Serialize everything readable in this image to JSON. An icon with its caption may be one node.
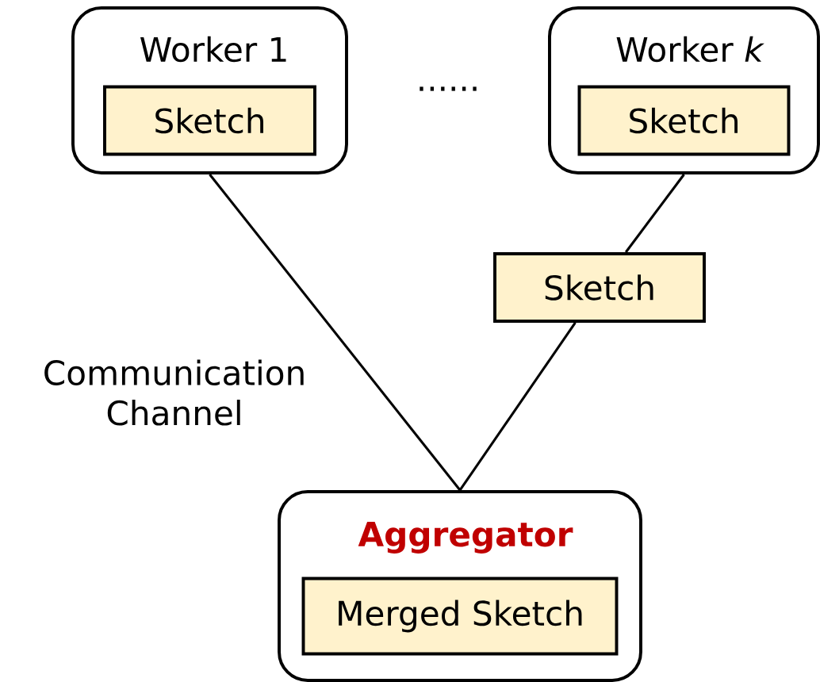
{
  "diagram": {
    "nodes": [
      {
        "text": [
          "Worker 1"
        ]
      },
      {
        "text": [
          "Sketch"
        ],
        "in": 0
      },
      {
        "text": [
          "Worker *k*"
        ]
      },
      {
        "text": [
          "Sketch"
        ],
        "in": 2
      },
      {
        "text": [
          "Sketch"
        ]
      },
      {
        "text": [
          "Aggregator"
        ]
      },
      {
        "text": [
          "Merged Sketch"
        ],
        "in": 5
      }
    ],
    "edges": [
      {
        "from": 0,
        "to": 5,
        "arrow": "none",
        "label": "Communication Channel"
      },
      {
        "from": 2,
        "to": 4,
        "arrow": "none"
      },
      {
        "from": 4,
        "to": 5,
        "arrow": "none"
      }
    ],
    "labels": [
      "......"
    ]
  }
}
